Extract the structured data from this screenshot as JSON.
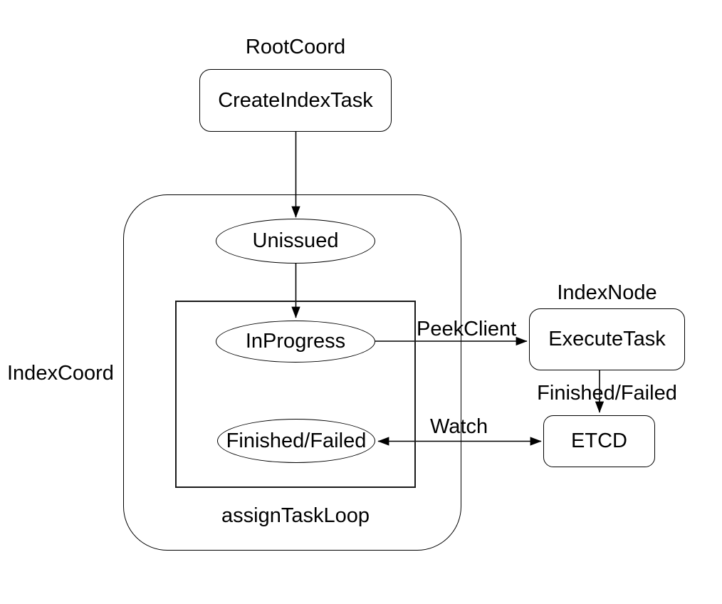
{
  "nodes": {
    "root_coord_label": "RootCoord",
    "create_index_task": "CreateIndexTask",
    "index_coord_label": "IndexCoord",
    "unissued": "Unissued",
    "in_progress": "InProgress",
    "finished_failed": "Finished/Failed",
    "assign_task_loop_label": "assignTaskLoop",
    "index_node_label": "IndexNode",
    "execute_task": "ExecuteTask",
    "etcd": "ETCD"
  },
  "edges": {
    "peek_client": "PeekClient",
    "finished_failed": "Finished/Failed",
    "watch": "Watch"
  },
  "colors": {
    "stroke": "#000000",
    "text": "#000000",
    "background": "#ffffff"
  }
}
